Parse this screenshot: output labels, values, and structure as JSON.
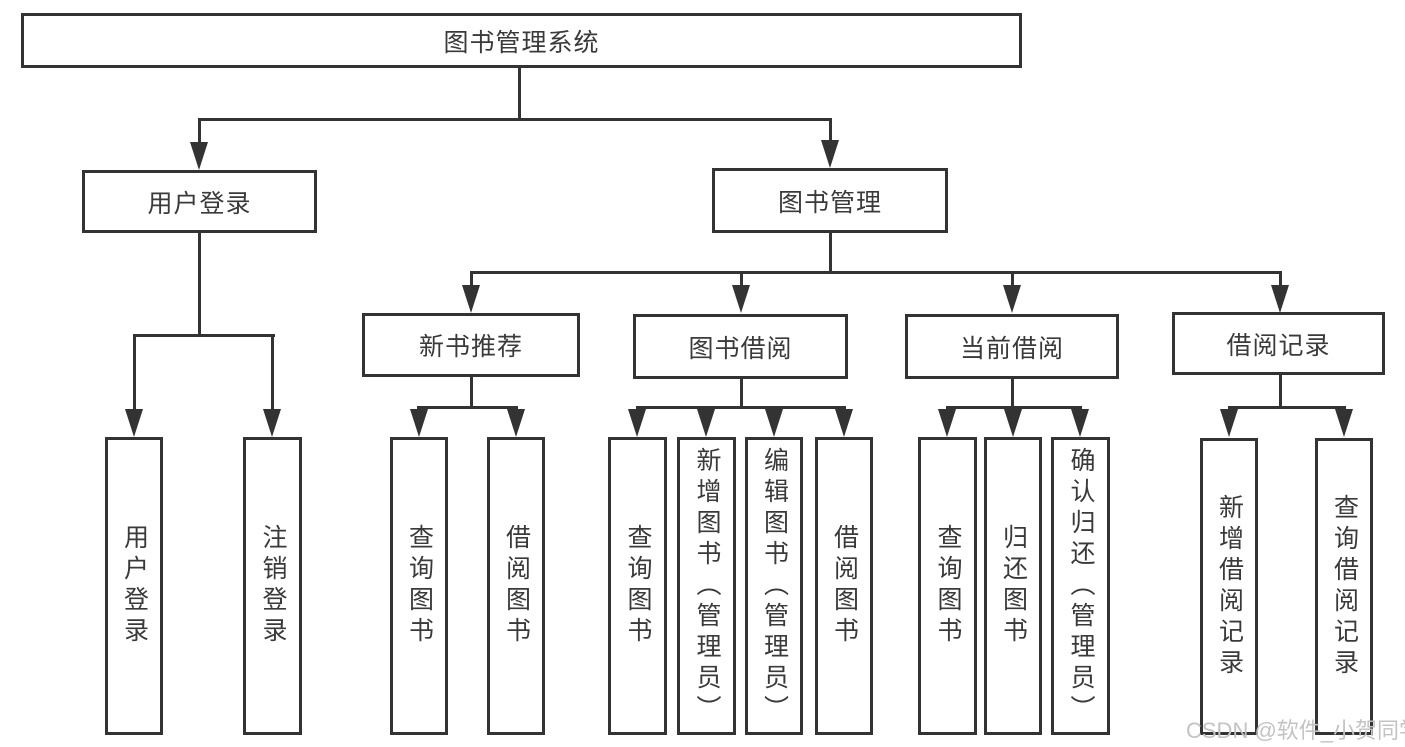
{
  "diagram_title": "图书管理系统",
  "nodes": {
    "root": {
      "label": "图书管理系统"
    },
    "userLogin": {
      "label": "用户登录"
    },
    "bookMgmt": {
      "label": "图书管理"
    },
    "newBooks": {
      "label": "新书推荐"
    },
    "bookBorrow": {
      "label": "图书借阅"
    },
    "currentBorrow": {
      "label": "当前借阅"
    },
    "borrowRecords": {
      "label": "借阅记录"
    },
    "leafUserLogin": {
      "label": "用户登录"
    },
    "leafLogout": {
      "label": "注销登录"
    },
    "leafQueryBooks1": {
      "label": "查询图书"
    },
    "leafBorrowBooks1": {
      "label": "借阅图书"
    },
    "leafQueryBooks2": {
      "label": "查询图书"
    },
    "leafAddBook": {
      "label": "新增图书（管理员）"
    },
    "leafEditBook": {
      "label": "编辑图书（管理员）"
    },
    "leafBorrowBooks2": {
      "label": "借阅图书"
    },
    "leafQueryBooks3": {
      "label": "查询图书"
    },
    "leafReturnBook": {
      "label": "归还图书"
    },
    "leafConfirmReturn": {
      "label": "确认归还（管理员）"
    },
    "leafAddRecord": {
      "label": "新增借阅记录"
    },
    "leafQueryRecord": {
      "label": "查询借阅记录"
    }
  },
  "hierarchy": {
    "root": [
      "userLogin",
      "bookMgmt"
    ],
    "userLogin": [
      "leafUserLogin",
      "leafLogout"
    ],
    "bookMgmt": [
      "newBooks",
      "bookBorrow",
      "currentBorrow",
      "borrowRecords"
    ],
    "newBooks": [
      "leafQueryBooks1",
      "leafBorrowBooks1"
    ],
    "bookBorrow": [
      "leafQueryBooks2",
      "leafAddBook",
      "leafEditBook",
      "leafBorrowBooks2"
    ],
    "currentBorrow": [
      "leafQueryBooks3",
      "leafReturnBook",
      "leafConfirmReturn"
    ],
    "borrowRecords": [
      "leafAddRecord",
      "leafQueryRecord"
    ]
  },
  "watermark": {
    "text": "CSDN @软件_小贺同学"
  },
  "colors": {
    "line": "#333333",
    "text": "#3a3a3a",
    "background": "#ffffff",
    "watermark": "#c3c3c3"
  }
}
